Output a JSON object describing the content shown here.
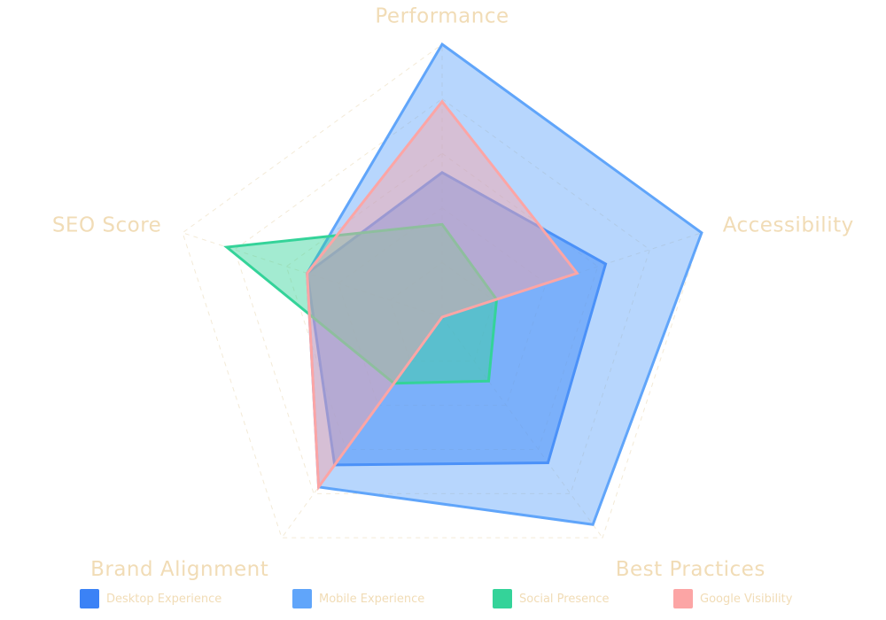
{
  "chart_data": {
    "type": "radar",
    "title": "",
    "axes": [
      "Performance",
      "Accessibility",
      "Best Practices",
      "Brand Alignment",
      "SEO Score"
    ],
    "rmax": 100,
    "rings": 5,
    "series": [
      {
        "name": "Desktop Experience",
        "values": [
          53,
          63,
          66,
          67,
          52
        ],
        "color": "#3b82f6",
        "fill_opacity": 0.55
      },
      {
        "name": "Mobile Experience",
        "values": [
          100,
          100,
          94,
          77,
          52
        ],
        "color": "#60a5fa",
        "fill_opacity": 0.45
      },
      {
        "name": "Social Presence",
        "values": [
          34,
          21,
          29,
          30,
          83
        ],
        "color": "#34d399",
        "fill_opacity": 0.45
      },
      {
        "name": "Google Visibility",
        "values": [
          79,
          52,
          0,
          77,
          52
        ],
        "color": "#fca5a5",
        "fill_opacity": 0.45
      }
    ],
    "legend_position": "bottom"
  }
}
